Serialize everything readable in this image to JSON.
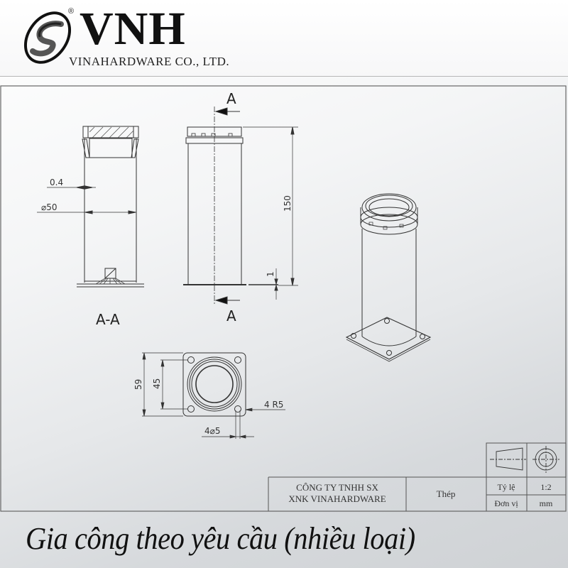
{
  "header": {
    "brand": "VNH",
    "registered_mark": "®",
    "company_name": "VINAHARDWARE CO., LTD."
  },
  "drawing": {
    "section_view_label": "A-A",
    "section_marker_top": "A",
    "section_marker_bottom": "A",
    "dimensions": {
      "wall_thickness": "0.4",
      "diameter": "⌀50",
      "height": "150",
      "base_thickness": "1",
      "plate_outer": "59",
      "hole_spacing": "45",
      "corner_radius": "4 R5",
      "hole_diameter": "4⌀5"
    }
  },
  "title_block": {
    "company_line1": "CÔNG TY TNHH SX",
    "company_line2": "XNK VINAHARDWARE",
    "material": "Thép",
    "scale_label": "Tỷ lệ",
    "scale_value": "1:2",
    "unit_label": "Đơn vị",
    "unit_value": "mm"
  },
  "footer": {
    "caption": "Gia công theo yêu cầu (nhiều loại)"
  }
}
